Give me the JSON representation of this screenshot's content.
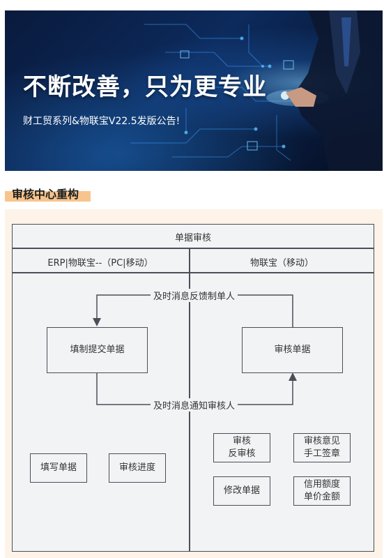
{
  "banner": {
    "headline": "不断改善，只为更专业",
    "subline": "财工贸系列&物联宝V22.5发版公告!"
  },
  "section": {
    "title": "审核中心重构"
  },
  "diagram": {
    "header": "单据审核",
    "columns": [
      {
        "label": "ERP|物联宝--（PC|移动）"
      },
      {
        "label": "物联宝（移动）"
      }
    ],
    "flow": {
      "top_label": "及时消息反馈制单人",
      "bottom_label": "及时消息通知审核人",
      "left_box": "填制提交单据",
      "right_box": "审核单据"
    },
    "left_features": [
      "填写单据",
      "审核进度"
    ],
    "right_features": [
      "审核\n反审核",
      "审核意见\n手工签章",
      "修改单据",
      "信用额度\n单价金额"
    ]
  },
  "colors": {
    "accent": "#f7c48d",
    "line": "#4a4f57",
    "panel_bg": "#fdf3e8",
    "banner_bg": "#0c2a5c"
  }
}
